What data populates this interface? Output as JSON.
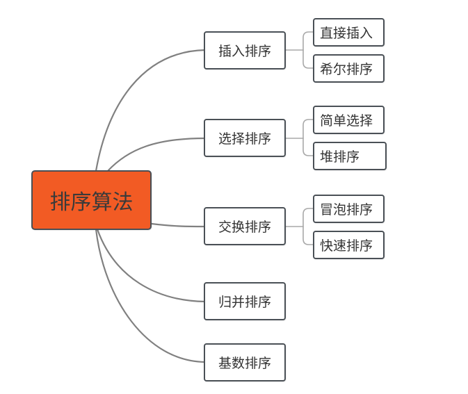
{
  "root": {
    "label": "排序算法"
  },
  "branches": [
    {
      "label": "插入排序",
      "children": [
        "直接插入",
        "希尔排序"
      ]
    },
    {
      "label": "选择排序",
      "children": [
        "简单选择",
        "堆排序"
      ]
    },
    {
      "label": "交换排序",
      "children": [
        "冒泡排序",
        "快速排序"
      ]
    },
    {
      "label": "归并排序",
      "children": []
    },
    {
      "label": "基数排序",
      "children": []
    }
  ],
  "colors": {
    "root_fill": "#f25b24",
    "border": "#4a5056",
    "connector": "#808080",
    "text": "#333333"
  }
}
